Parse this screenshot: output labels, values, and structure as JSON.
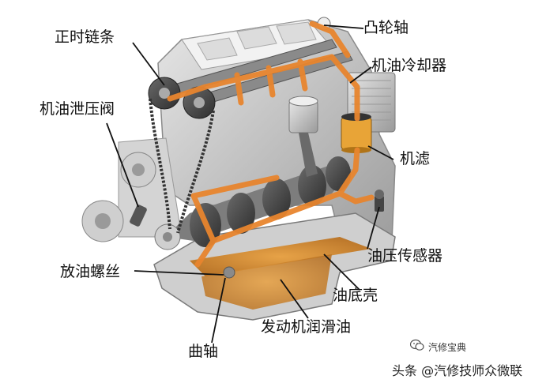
{
  "labels": {
    "timing_chain": "正时链条",
    "camshaft": "凸轮轴",
    "oil_relief_valve": "机油泄压阀",
    "oil_cooler": "机油冷却器",
    "oil_filter": "机滤",
    "oil_pressure_sensor": "油压传感器",
    "drain_plug": "放油螺丝",
    "oil_pan": "油底壳",
    "engine_oil": "发动机润滑油",
    "crankshaft": "曲轴"
  },
  "watermark": {
    "channel": "汽修宝典",
    "source": "头条 @汽修技师众微联"
  },
  "colors": {
    "oil_flow": "#e8852e",
    "oil_puddle": "#d9902f",
    "engine_metal": "#c9c9c9",
    "leader_line": "#111111"
  }
}
